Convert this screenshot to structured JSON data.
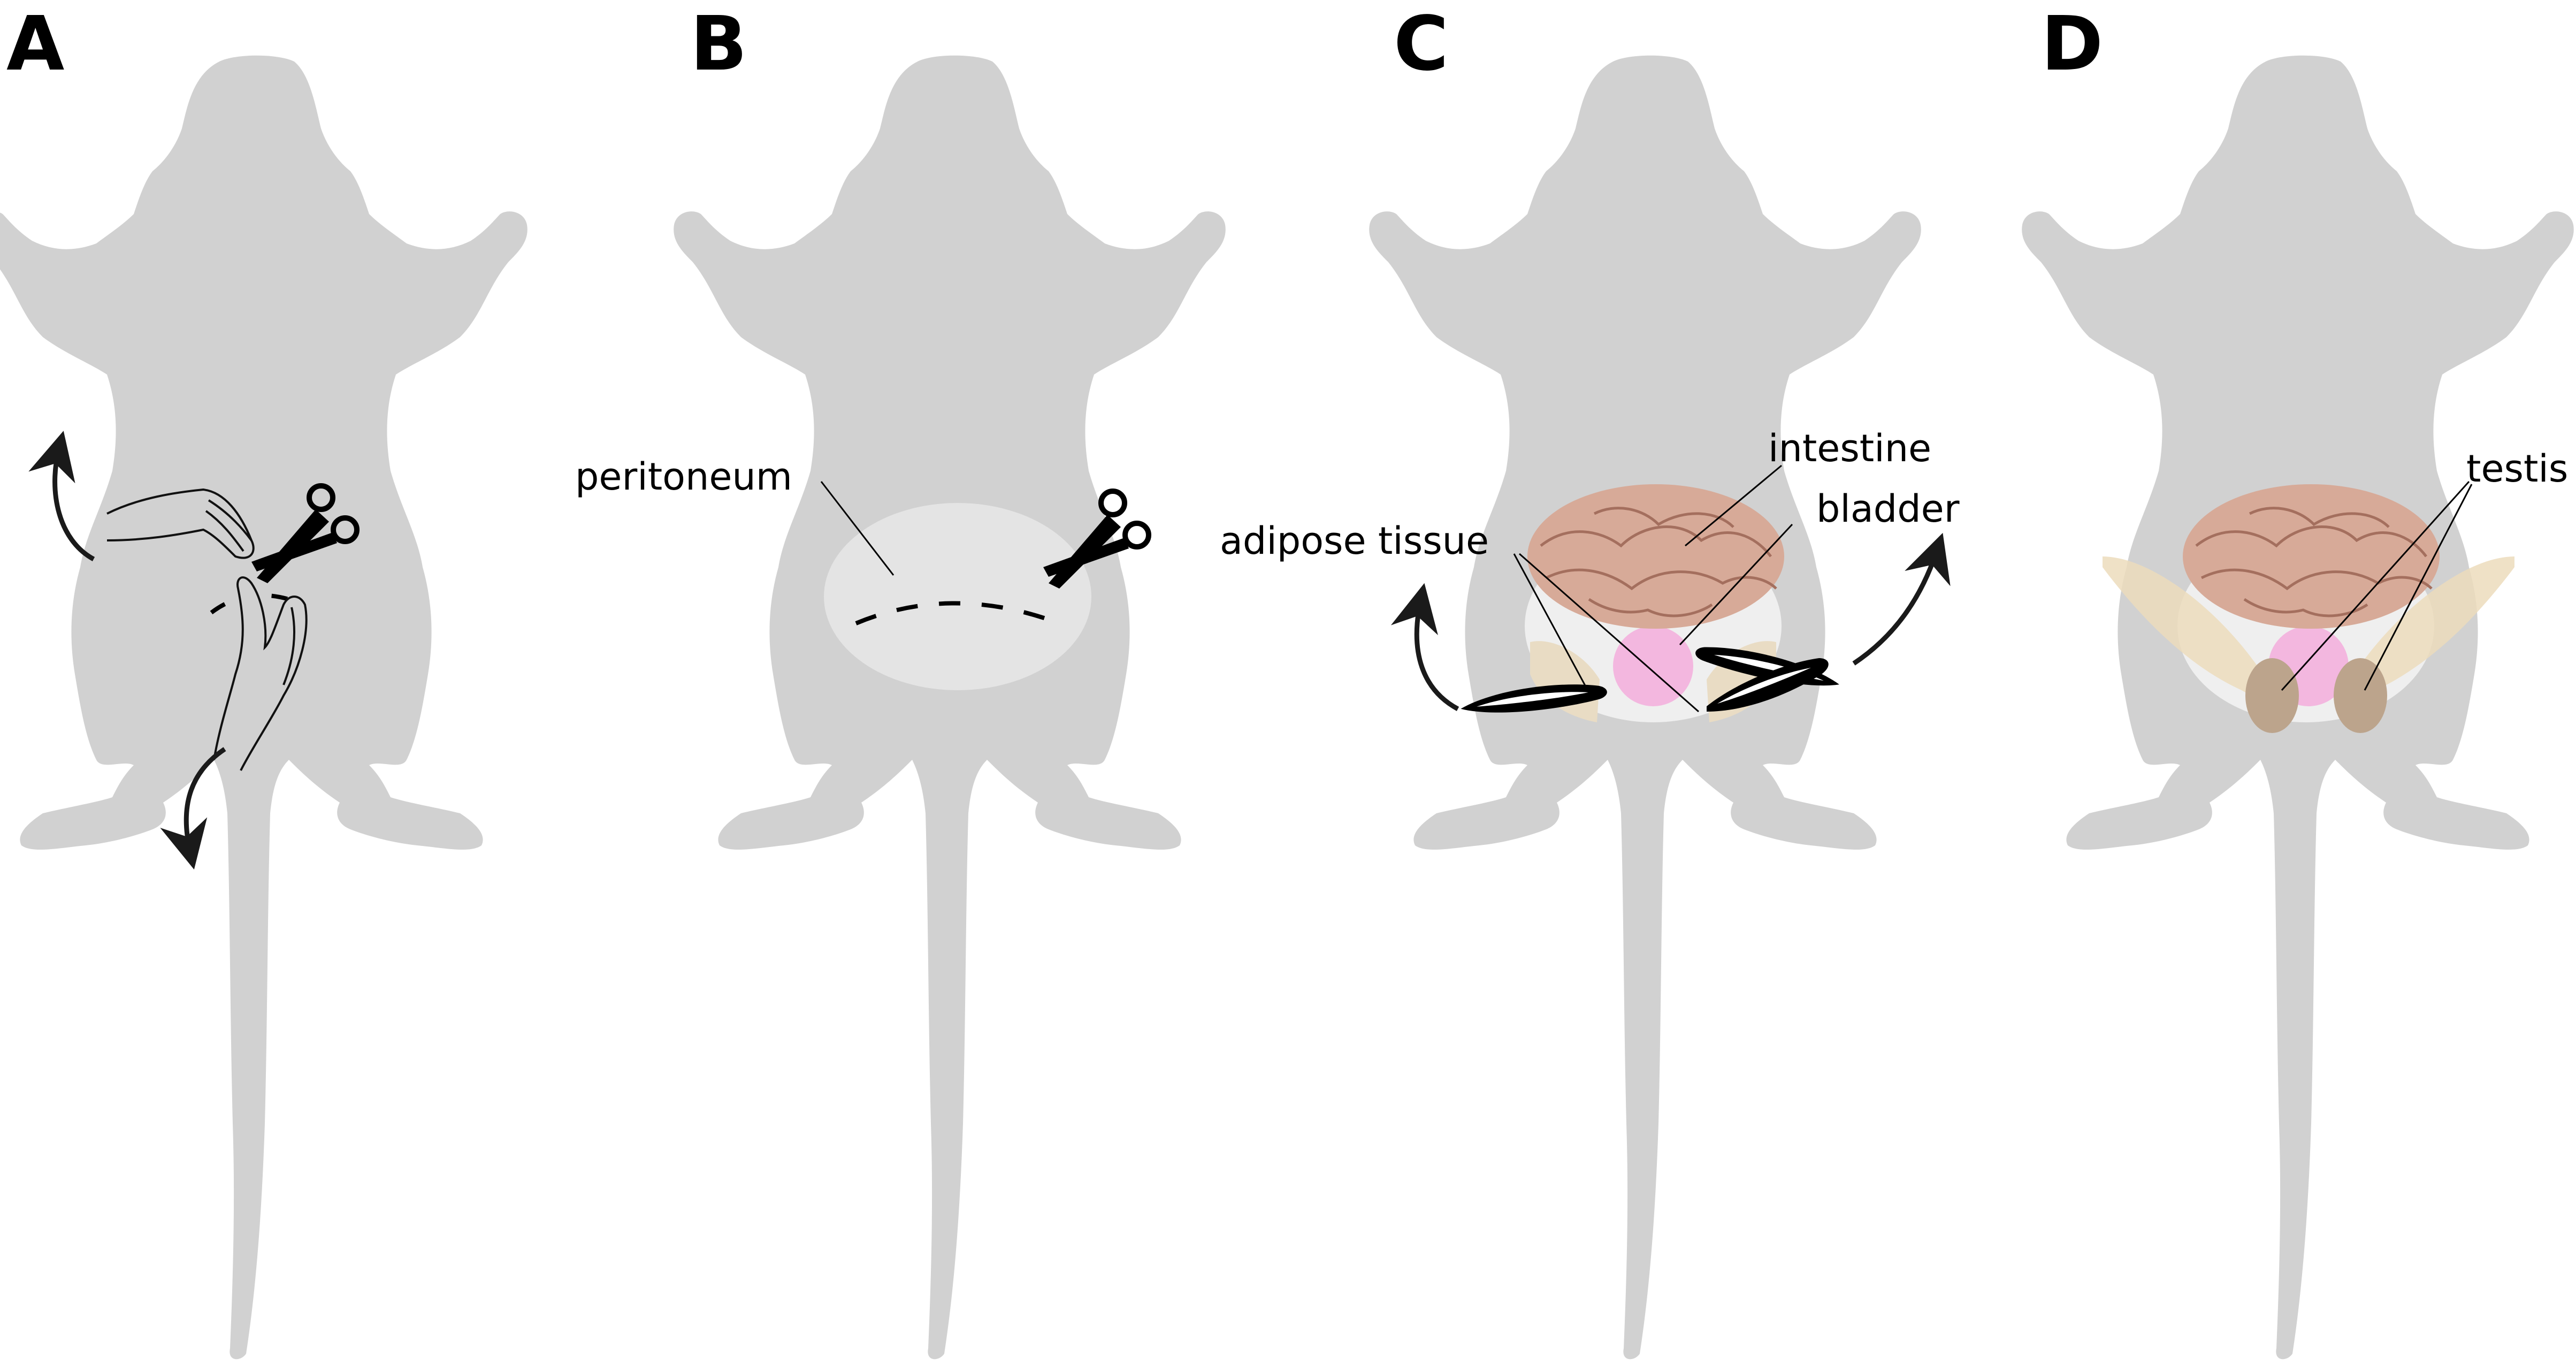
{
  "panels": [
    {
      "letter": "A"
    },
    {
      "letter": "B",
      "labels": {
        "peritoneum": "peritoneum"
      }
    },
    {
      "letter": "C",
      "labels": {
        "intestine": "intestine",
        "bladder": "bladder",
        "adipose": "adipose tissue"
      }
    },
    {
      "letter": "D",
      "labels": {
        "testis": "testis"
      }
    }
  ],
  "colors": {
    "body": "#d1d1d1",
    "peritoneum": "#e4e4e4",
    "cavity": "#efefef",
    "intestine": "#d7aa98",
    "intestine_line": "#a46f5e",
    "bladder": "#f3b7df",
    "adipose": "#e9dcc4",
    "testis": "#bca48c",
    "ink": "#000000",
    "arrow": "#1a1a1a"
  },
  "icons": [
    "scissors-icon",
    "hand-icon",
    "forceps-icon",
    "curved-arrow-icon"
  ]
}
